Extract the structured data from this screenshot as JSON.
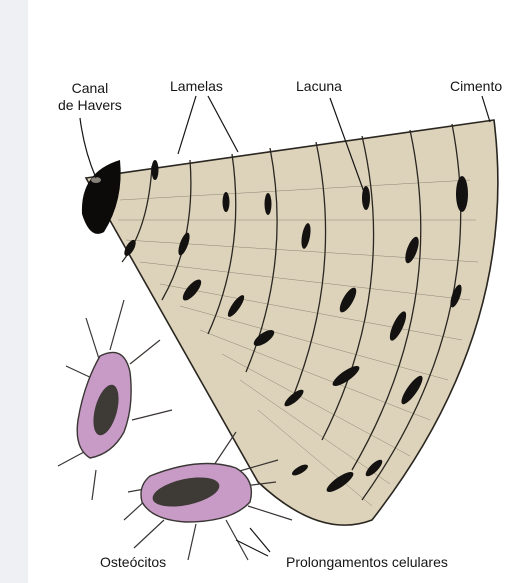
{
  "labels": {
    "canal_line1": "Canal",
    "canal_line2": "de Havers",
    "lamelas": "Lamelas",
    "lacuna": "Lacuna",
    "cimento": "Cimento",
    "osteocitos": "Osteócitos",
    "prolongamentos": "Prolongamentos celulares"
  },
  "colors": {
    "bone": "#ddd3bb",
    "lamella_line": "#2a2620",
    "osteocyte": "#c79bc6",
    "nucleus": "#3e3a36",
    "text": "#151515"
  }
}
